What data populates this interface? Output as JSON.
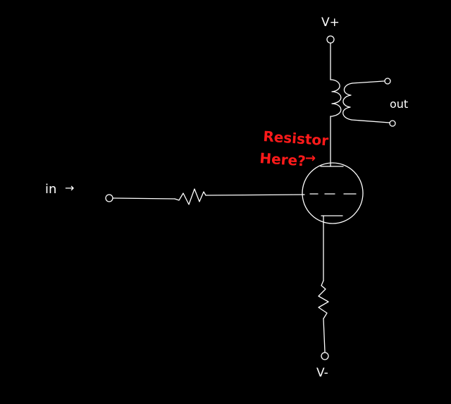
{
  "diagram": {
    "labels": {
      "v_plus": "V+",
      "v_minus": "V-",
      "output": "out",
      "input": "in",
      "input_arrow": "→"
    },
    "annotation": {
      "line1": "Resistor",
      "line2": "Here?",
      "arrow": "→",
      "color": "#ff1a1a"
    },
    "colors": {
      "background": "#000000",
      "wire": "#ffffff"
    }
  }
}
